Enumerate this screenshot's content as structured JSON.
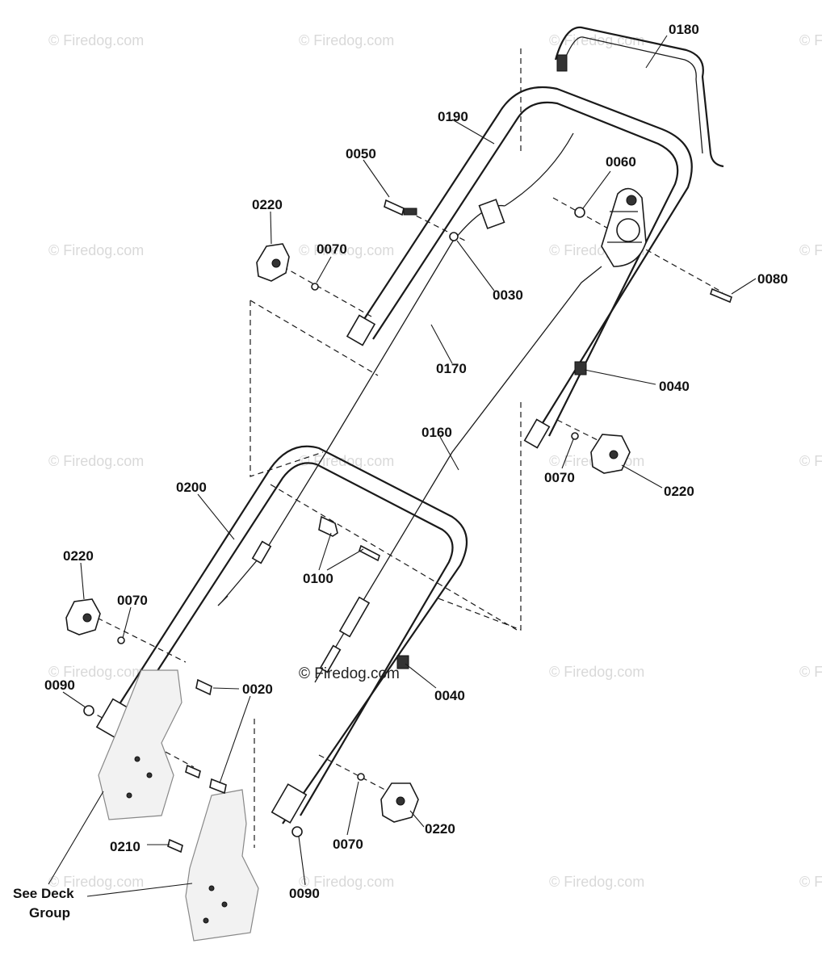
{
  "watermarks": [
    {
      "text": "© Firedog.com"
    },
    {
      "text": "© Firedog.com"
    },
    {
      "text": "© Firedog.com"
    },
    {
      "text": "© F"
    },
    {
      "text": "© Firedog.com"
    },
    {
      "text": "© Firedog.com"
    },
    {
      "text": "© Firedog.com"
    },
    {
      "text": "© F"
    },
    {
      "text": "© Firedog.com"
    },
    {
      "text": "© Firedog.com"
    },
    {
      "text": "© Firedog.com"
    },
    {
      "text": "© F"
    },
    {
      "text": "© Firedog.com"
    },
    {
      "text": "© Firedog.com"
    },
    {
      "text": "© F"
    },
    {
      "text": "© Firedog.com"
    },
    {
      "text": "© Firedog.com"
    },
    {
      "text": "© Firedog.com"
    },
    {
      "text": "© F"
    }
  ],
  "center_watermark": "© Firedog.com",
  "callouts": {
    "c0180": "0180",
    "c0190": "0190",
    "c0050": "0050",
    "c0060": "0060",
    "c0220_top": "0220",
    "c0070_top": "0070",
    "c0030": "0030",
    "c0080": "0080",
    "c0170": "0170",
    "c0040_top": "0040",
    "c0160": "0160",
    "c0070_right": "0070",
    "c0220_right": "0220",
    "c0200": "0200",
    "c0100": "0100",
    "c0220_left": "0220",
    "c0070_left": "0070",
    "c0090_left": "0090",
    "c0020": "0020",
    "c0040_bottom": "0040",
    "c0210": "0210",
    "c0220_bottom": "0220",
    "c0070_bottom": "0070",
    "c0090_bottom": "0090"
  },
  "see_deck": {
    "line1": "See Deck",
    "line2": "Group"
  }
}
